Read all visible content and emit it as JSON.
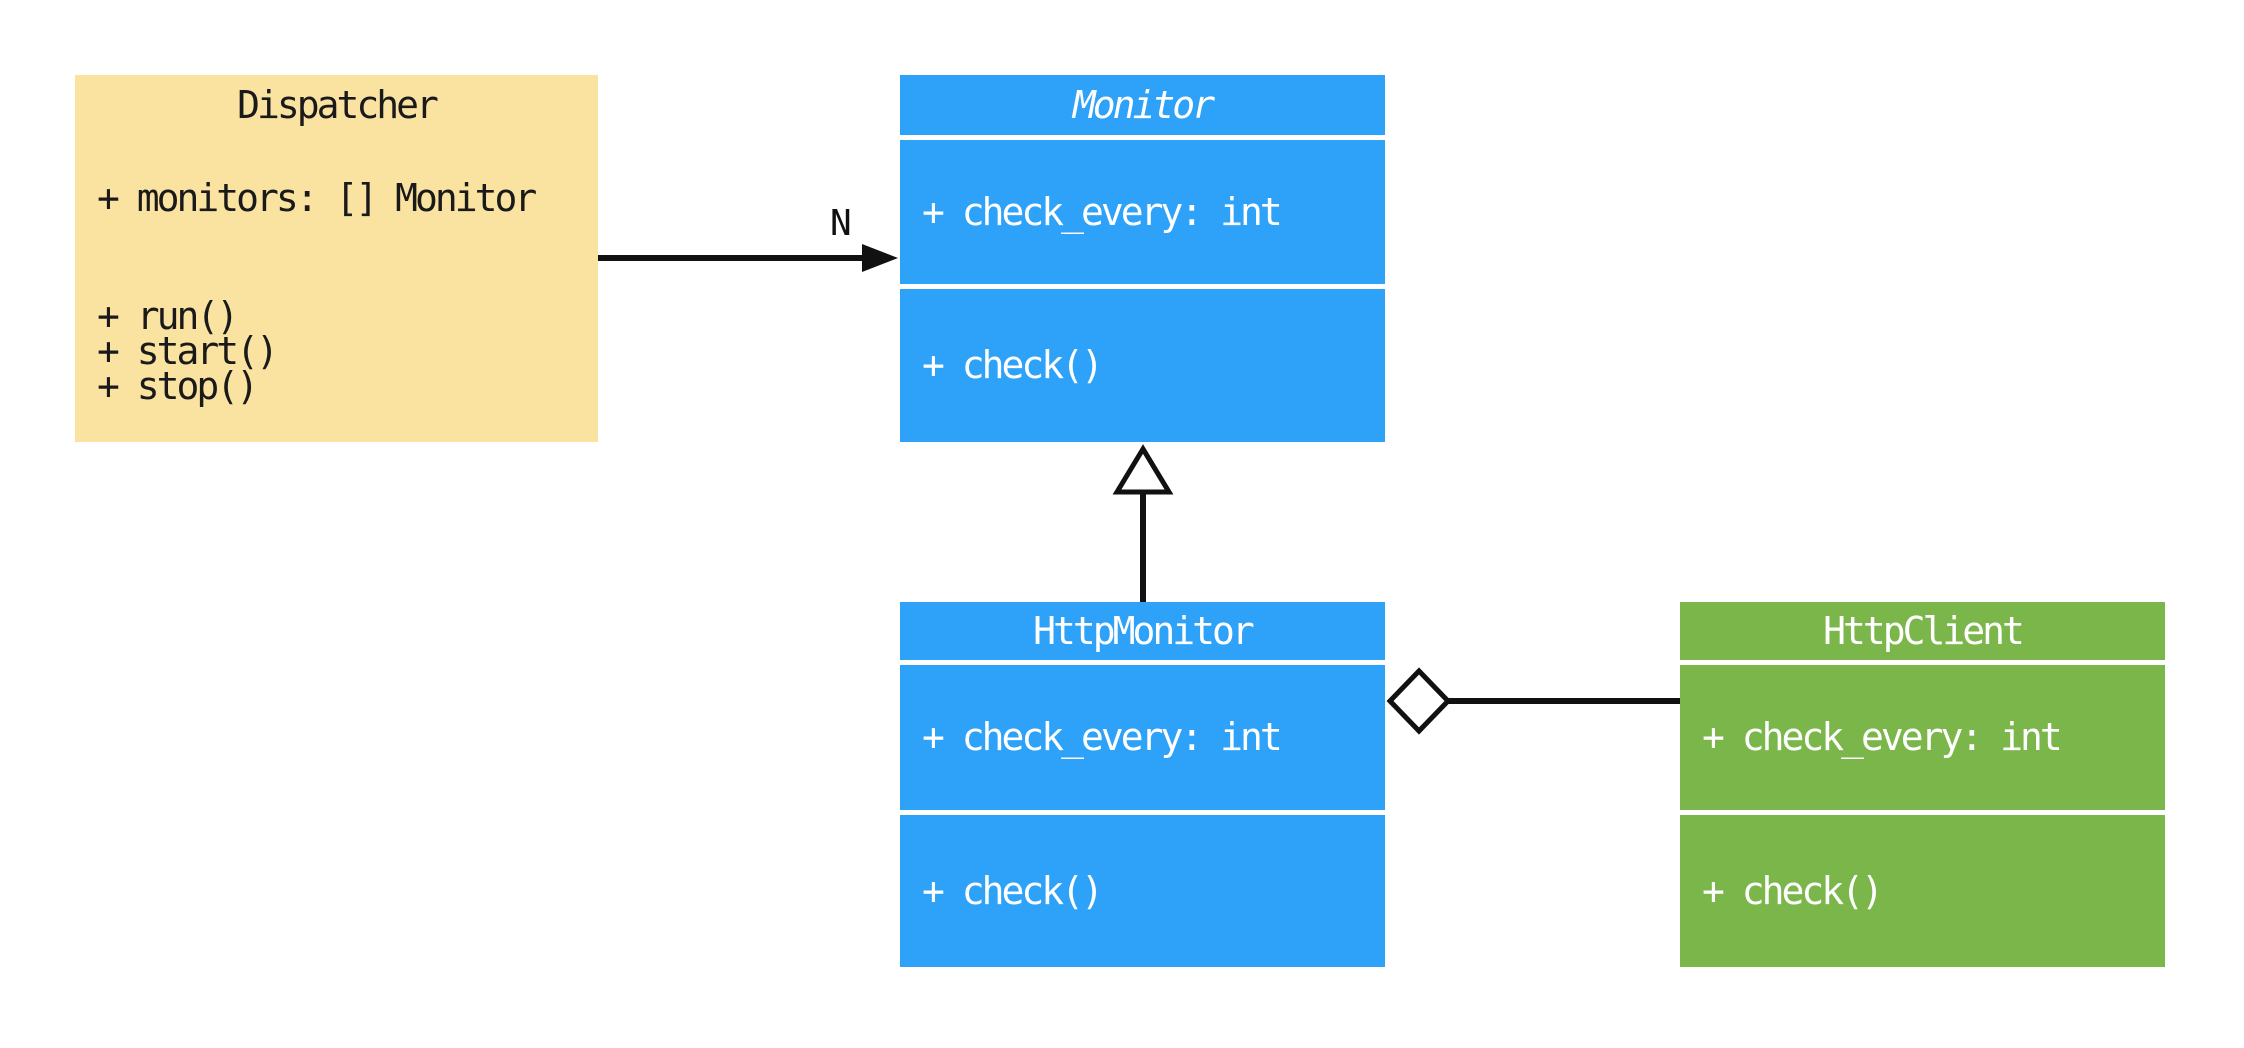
{
  "diagram": {
    "type": "uml-class-diagram",
    "background_color": "#ffffff",
    "line_color": "#111111",
    "classes": [
      {
        "name": "Dispatcher",
        "title": "Dispatcher",
        "abstract": false,
        "fill_color": "#FAE3A0",
        "text_color": "#1a1a1a",
        "attributes": [
          "+ monitors: [] Monitor"
        ],
        "methods": [
          "+ run()",
          "+ start()",
          "+ stop()"
        ]
      },
      {
        "name": "Monitor",
        "title": "Monitor",
        "abstract": true,
        "fill_color": "#2EA2F8",
        "text_color": "#ffffff",
        "attributes": [
          "+ check_every: int"
        ],
        "methods": [
          "+ check()"
        ]
      },
      {
        "name": "HttpMonitor",
        "title": "HttpMonitor",
        "abstract": false,
        "fill_color": "#2EA2F8",
        "text_color": "#ffffff",
        "attributes": [
          "+ check_every: int"
        ],
        "methods": [
          "+ check()"
        ]
      },
      {
        "name": "HttpClient",
        "title": "HttpClient",
        "abstract": false,
        "fill_color": "#7BB64B",
        "text_color": "#ffffff",
        "attributes": [
          "+ check_every: int"
        ],
        "methods": [
          "+ check()"
        ]
      }
    ],
    "relations": [
      {
        "type": "association-arrow",
        "from": "Dispatcher",
        "to": "Monitor",
        "label": "N"
      },
      {
        "type": "inheritance",
        "from": "HttpMonitor",
        "to": "Monitor",
        "label": ""
      },
      {
        "type": "aggregation",
        "from": "HttpMonitor",
        "to": "HttpClient",
        "label": ""
      }
    ]
  }
}
